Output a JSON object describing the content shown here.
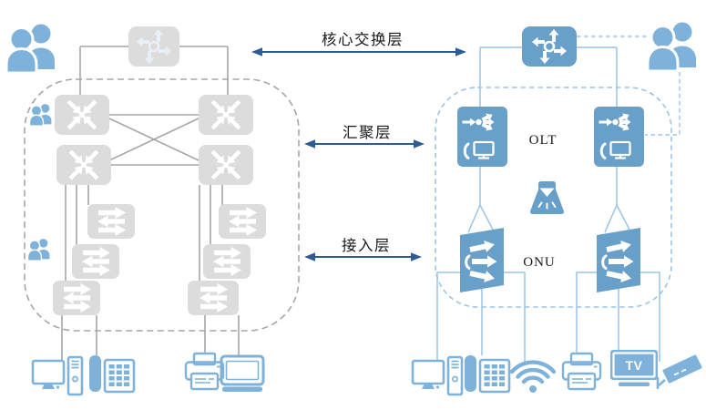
{
  "labels": {
    "core_layer": "核心交换层",
    "aggregation_layer": "汇聚层",
    "access_layer": "接入层",
    "olt": "OLT",
    "onu": "ONU",
    "tv": "TV"
  },
  "colors": {
    "node_gray": "#dcdcdc",
    "node_blue": "#68a0c9",
    "device_blue": "#7fb2da",
    "line_gray": "#a6a6a6",
    "line_blue": "#9cc3e5",
    "arrow_navy": "#2e5b94",
    "label_text": "#1a1a1a"
  },
  "left_network": {
    "core_node_icon": "router-icon",
    "aggregation_switch_count": 4,
    "access_switch_count": 6,
    "user_group_icon_count": 3,
    "devices": [
      "desktop-computer-icon",
      "telephone-icon",
      "printer-icon",
      "laptop-icon"
    ]
  },
  "right_network": {
    "core_node_icon": "core-switch-icon",
    "olt_count": 2,
    "onu_count": 2,
    "splitter_icon": "optical-splitter-icon",
    "user_group_icon_count": 1,
    "devices": [
      "desktop-computer-icon",
      "telephone-icon",
      "wifi-icon",
      "printer-icon",
      "tv-icon",
      "camera-icon"
    ]
  }
}
